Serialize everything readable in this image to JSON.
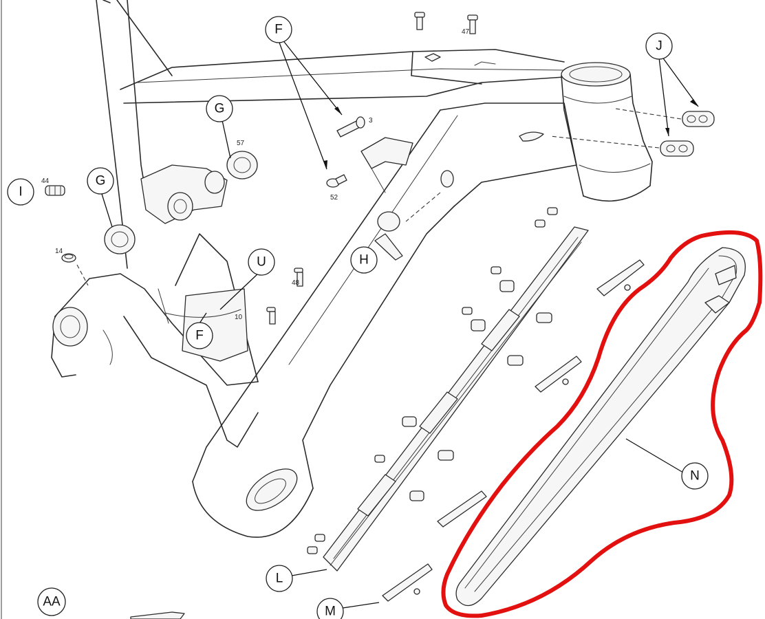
{
  "callouts": {
    "F_top": "F",
    "G_upper": "G",
    "G_lower": "G",
    "I": "I",
    "J": "J",
    "H": "H",
    "U": "U",
    "F_lower": "F",
    "N": "N",
    "L": "L",
    "M": "M",
    "AA": "AA"
  },
  "part_numbers": {
    "n47": "47",
    "n3": "3",
    "n57": "57",
    "n44": "44",
    "n52": "52",
    "n14": "14",
    "n48": "48",
    "n10": "10"
  },
  "colors": {
    "highlight": "#e31010",
    "line": "#2a2a2a",
    "background": "#ffffff"
  }
}
